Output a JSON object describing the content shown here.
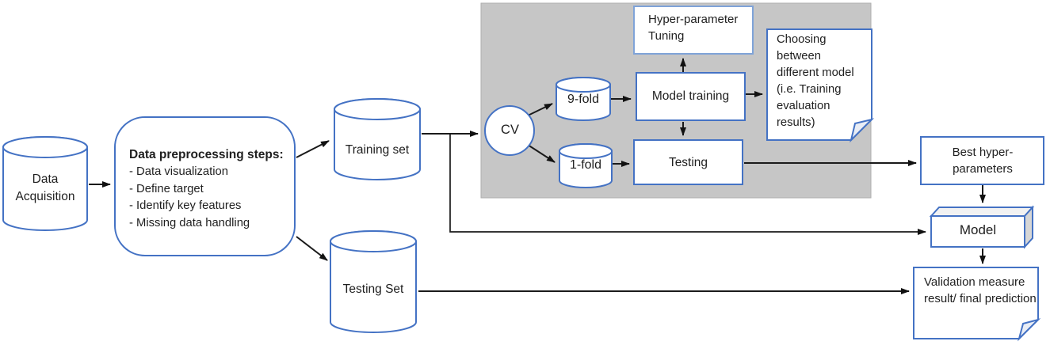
{
  "colors": {
    "accent_blue": "#4472c4",
    "light_blue": "#7fa3d8",
    "panel_gray": "#c6c6c6",
    "arrow_black": "#1a1a1a"
  },
  "nodes": {
    "data_acquisition": {
      "label": "Data Acquisition"
    },
    "preprocessing": {
      "title": "Data preprocessing steps:",
      "items": [
        "- Data visualization",
        "- Define target",
        "- Identify key features",
        "- Missing data handling"
      ]
    },
    "training_set": {
      "label": "Training set"
    },
    "testing_set": {
      "label": "Testing Set"
    },
    "cv": {
      "label": "CV"
    },
    "nine_fold": {
      "label": "9-fold"
    },
    "one_fold": {
      "label": "1-fold"
    },
    "hyperparameter_tuning": {
      "label": "Hyper-parameter Tuning"
    },
    "model_training": {
      "label": "Model training"
    },
    "testing": {
      "label": "Testing"
    },
    "choosing_note": {
      "label": "Choosing between different model (i.e. Training evaluation results)"
    },
    "best_hyperparameters": {
      "label": "Best hyper-parameters"
    },
    "model": {
      "label": "Model"
    },
    "validation_note": {
      "label": "Validation measure result/ final prediction"
    }
  }
}
